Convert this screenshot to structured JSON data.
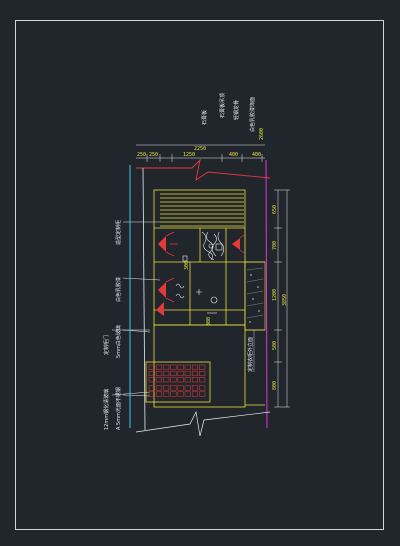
{
  "drawing": {
    "colors": {
      "background": "#21252c",
      "frame": "#cfd3d8",
      "yellow": "#e8e23a",
      "red": "#e43a3a",
      "white": "#e9ecef",
      "cyan": "#3cc8e6",
      "magenta": "#e436d9",
      "grey": "#9aa0a6"
    },
    "top_labels": [
      "石膏板",
      "石膏板吊顶",
      "轻钢龙骨",
      "白色乳胶漆饰面"
    ],
    "top_dims": [
      "250",
      "250",
      "1250",
      "2250",
      "400",
      "400",
      "2600"
    ],
    "side_dims": [
      "650",
      "700",
      "1200",
      "500",
      "800",
      "3850"
    ],
    "left_labels": [
      "造型定制柜",
      "白色乳胶漆",
      "定制柜门",
      "5mm白色玻璃",
      "12mm钢化清玻璃",
      "A 5mm光面不锈钢"
    ],
    "bottom_label": "定制衣柜外立面"
  }
}
